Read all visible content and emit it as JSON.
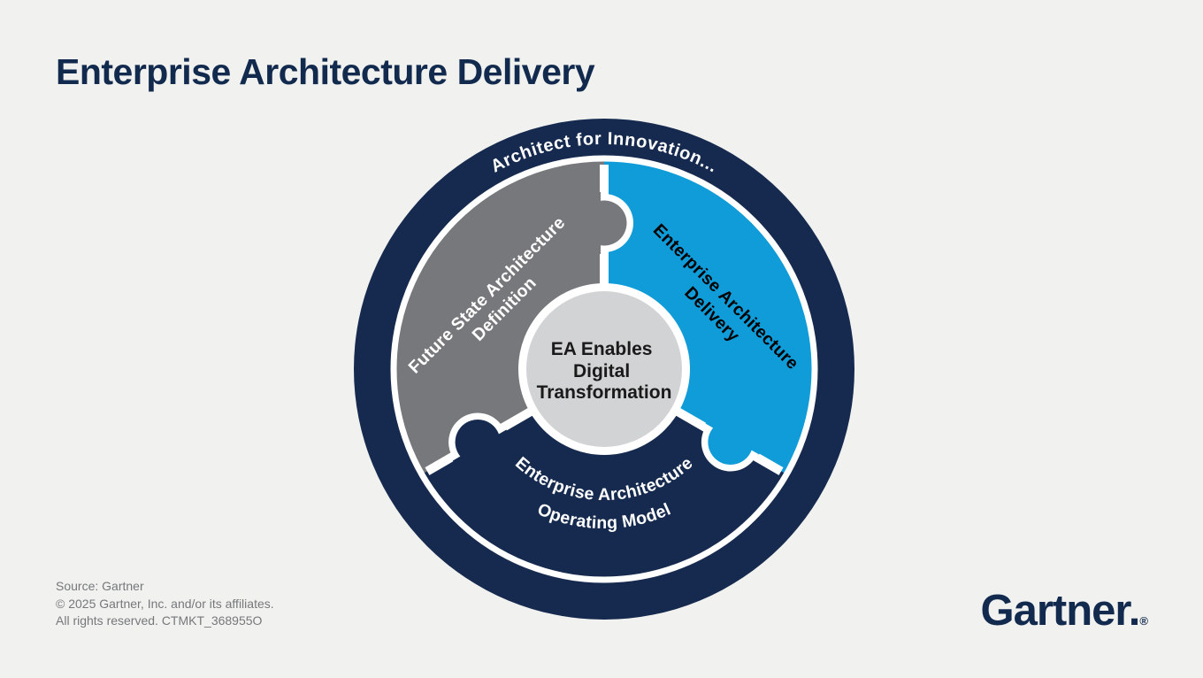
{
  "title": "Enterprise Architecture Delivery",
  "diagram": {
    "ring_label": "Architect for Innovation...",
    "center": {
      "line1": "EA Enables",
      "line2": "Digital",
      "line3": "Transformation"
    },
    "segments": {
      "future_state": {
        "line1": "Future State Architecture",
        "line2": "Definition",
        "color": "#76787B",
        "text_color": "#FFFFFF"
      },
      "ea_delivery": {
        "line1": "Enterprise Architecture",
        "line2": "Delivery",
        "color": "#109CD8",
        "text_color": "#000000"
      },
      "operating_model": {
        "line1": "Enterprise Architecture",
        "line2": "Operating Model",
        "color": "#152A4E",
        "text_color": "#FFFFFF"
      }
    },
    "colors": {
      "background": "#F1F1EF",
      "ring_navy": "#152A4E",
      "hub_fill": "#D2D3D4",
      "separator_white": "#FFFFFF"
    }
  },
  "footer": {
    "source_line": "Source: Gartner",
    "copyright_line": "© 2025 Gartner, Inc. and/or its affiliates.",
    "rights_line": "All rights reserved. CTMKT_368955O"
  },
  "branding": {
    "logo_text": "Gartner.",
    "registered_mark": "®"
  }
}
